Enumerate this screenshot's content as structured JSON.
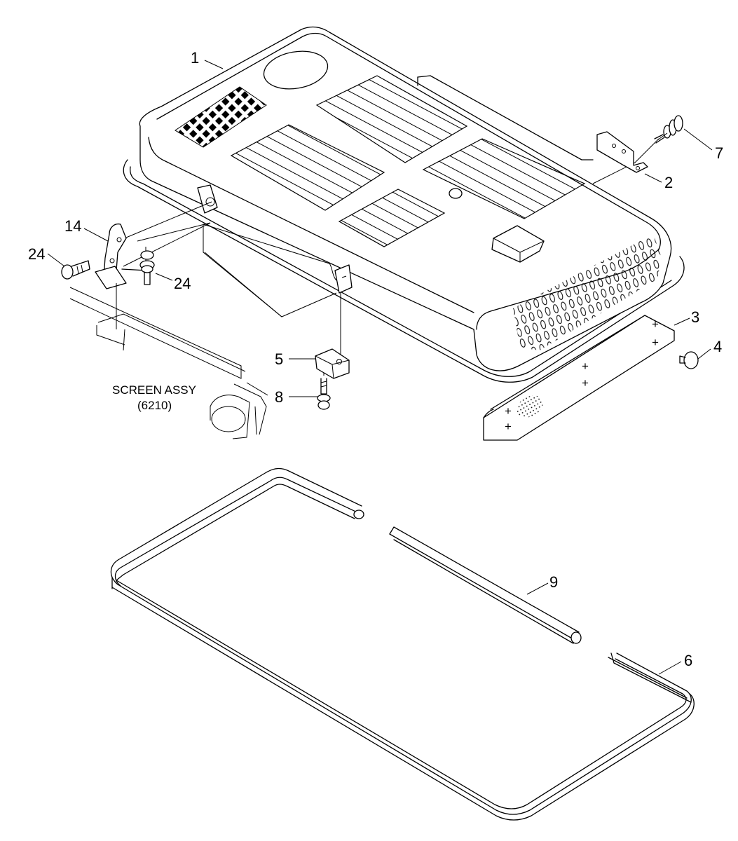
{
  "callouts": {
    "c1": "1",
    "c2": "2",
    "c3": "3",
    "c4": "4",
    "c5": "5",
    "c6": "6",
    "c7": "7",
    "c8": "8",
    "c9": "9",
    "c14": "14",
    "c24a": "24",
    "c24b": "24"
  },
  "reference": {
    "line1": "SCREEN ASSY",
    "line2": "(6210)"
  },
  "colors": {
    "ink": "#000000",
    "paper": "#ffffff"
  }
}
